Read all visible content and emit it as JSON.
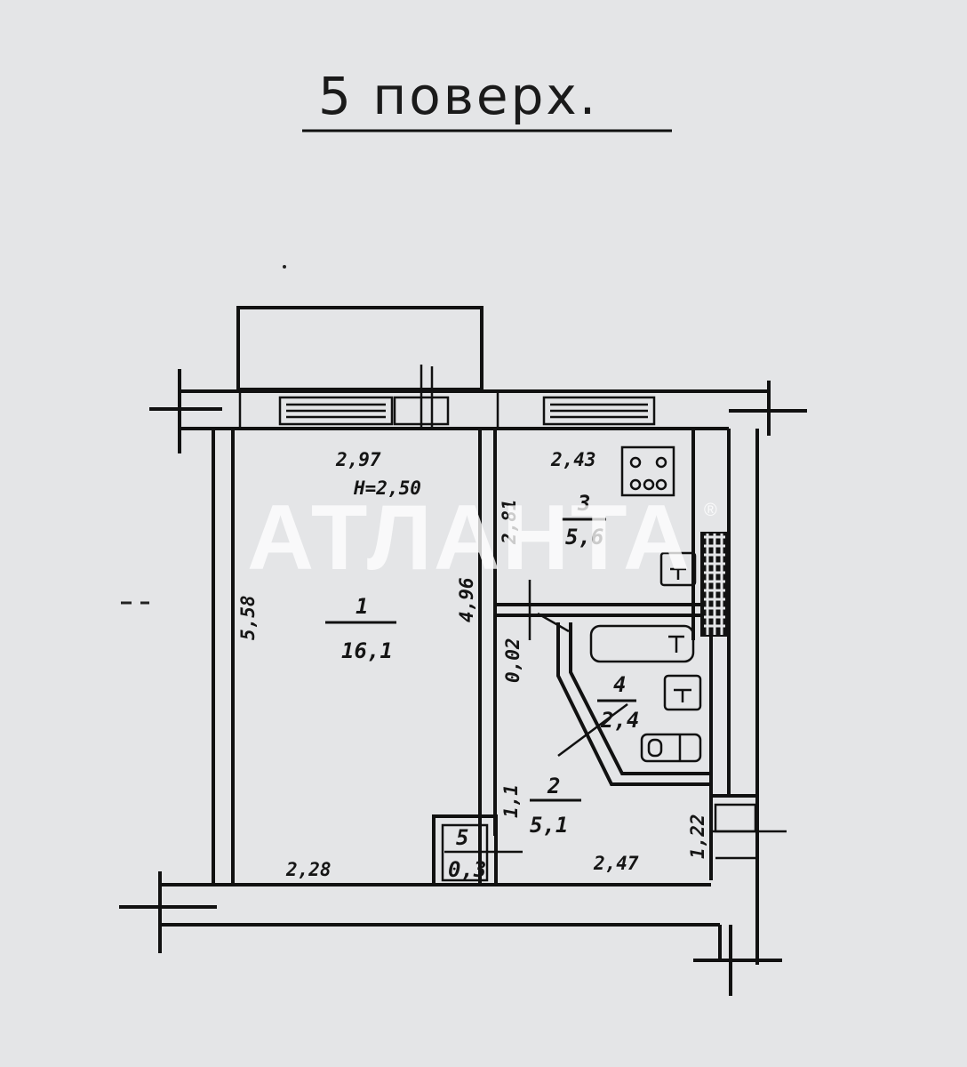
{
  "title": "5 поверх.",
  "ceiling_height": "H=2,50",
  "watermark": {
    "text": "АТЛАНТА",
    "registered": "®",
    "color": "#ffffff"
  },
  "rooms": [
    {
      "number": "1",
      "area": "16,1"
    },
    {
      "number": "2",
      "area": "5,1"
    },
    {
      "number": "3",
      "area": "5,6"
    },
    {
      "number": "4",
      "area": "2,4"
    },
    {
      "number": "5",
      "area": "0,3"
    }
  ],
  "dimensions": {
    "room1_top": "2,97",
    "room1_left": "5,58",
    "room1_right": "4,96",
    "room1_bottom": "2,28",
    "kitchen_top": "2,43",
    "kitchen_side": "2,81",
    "bath_side": "0,02",
    "hall_bottom": "2,47",
    "hall_side": "1,22",
    "closet_side": "1,1"
  },
  "colors": {
    "paper": "#e4e5e7",
    "ink": "#111111"
  }
}
